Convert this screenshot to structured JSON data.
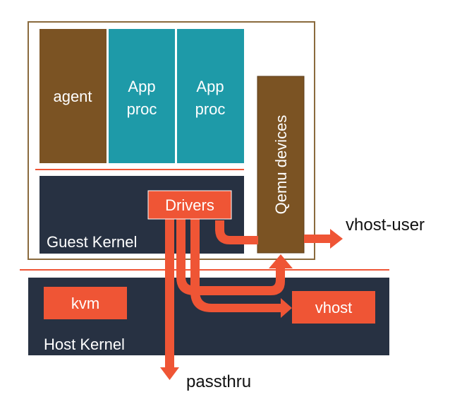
{
  "colors": {
    "brown": "#7b5323",
    "teal": "#1e9aa8",
    "navy": "#273142",
    "orange": "#ef5535",
    "outline_brown": "#8a6a3d",
    "white": "#ffffff",
    "text_dark": "#111111"
  },
  "guest": {
    "agent_label": "agent",
    "app_proc_1": {
      "line1": "App",
      "line2": "proc"
    },
    "app_proc_2": {
      "line1": "App",
      "line2": "proc"
    },
    "qemu_label": "Qemu devices",
    "kernel_label": "Guest Kernel",
    "drivers_label": "Drivers"
  },
  "host": {
    "kernel_label": "Host Kernel",
    "kvm_label": "kvm",
    "vhost_label": "vhost"
  },
  "outputs": {
    "vhost_user_label": "vhost-user",
    "passthru_label": "passthru"
  }
}
